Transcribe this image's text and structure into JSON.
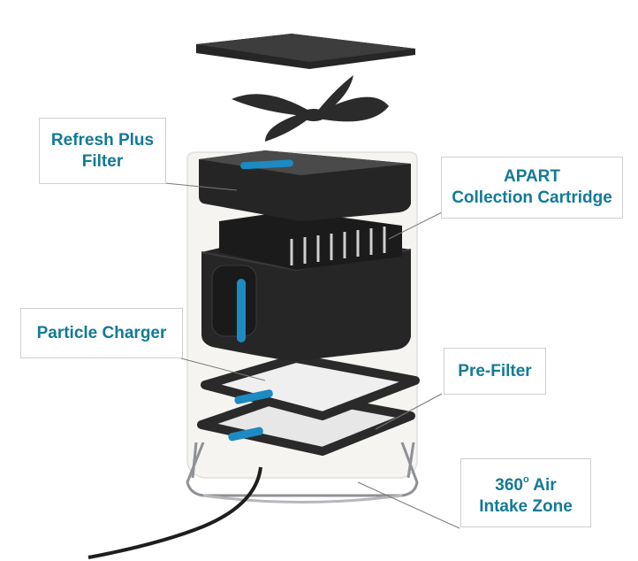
{
  "title": "Air purifier exploded view",
  "accent_color": "#137a96",
  "labels": {
    "refresh_plus": {
      "line1": "Refresh Plus",
      "line2": "Filter"
    },
    "apart": {
      "line1": "APART",
      "line2": "Collection Cartridge"
    },
    "particle_charger": {
      "line1": "Particle Charger"
    },
    "pre_filter": {
      "line1": "Pre-Filter"
    },
    "intake": {
      "line1_a": "360",
      "line1_sup": "o",
      "line1_b": " Air",
      "line2": "Intake Zone"
    }
  },
  "components": [
    "top-grille",
    "fan-blade",
    "refresh-plus-filter",
    "apart-cartridge",
    "particle-charger",
    "pre-filter",
    "housing",
    "base-stand",
    "power-cord"
  ]
}
